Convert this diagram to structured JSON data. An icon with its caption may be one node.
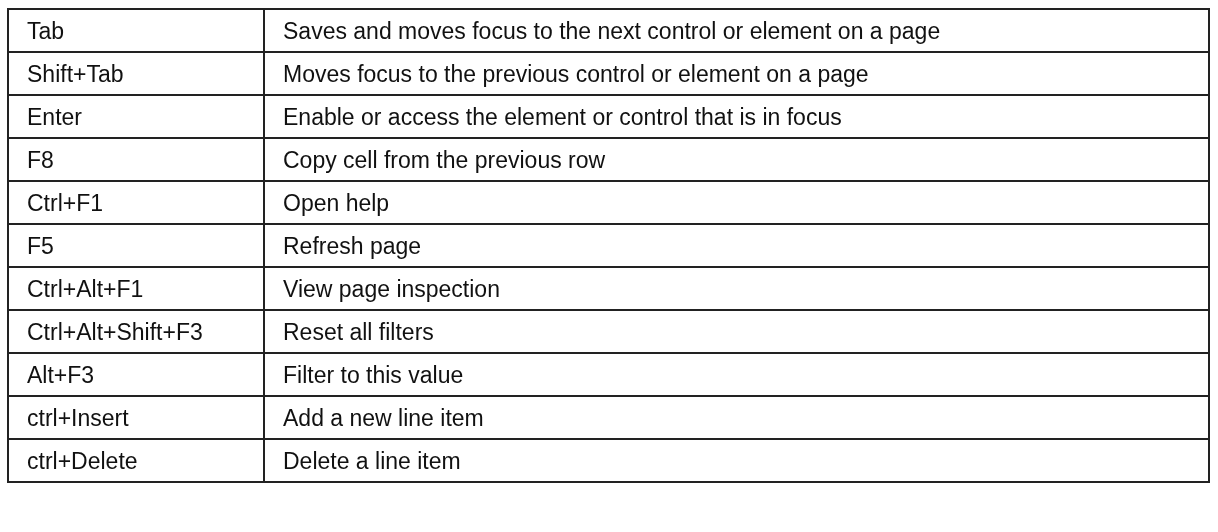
{
  "diagram": {
    "labels": [
      "Tab",
      "Saves and moves focus to the next control or element on a page",
      "Shift+Tab",
      "Moves focus to the previous control or element on a page",
      "Enter",
      "Enable or access the element or control that is in focus",
      "F8",
      "Copy cell from the previous row",
      "Ctrl+F1",
      "Open help",
      "F5",
      "Refresh page",
      "Ctrl+Alt+F1",
      "View page inspection",
      "Ctrl+Alt+Shift+F3",
      "Reset all filters",
      "Alt+F3",
      "Filter to this value",
      "ctrl+Insert",
      "Add a new line item",
      "ctrl+Delete",
      "Delete a line item"
    ]
  }
}
